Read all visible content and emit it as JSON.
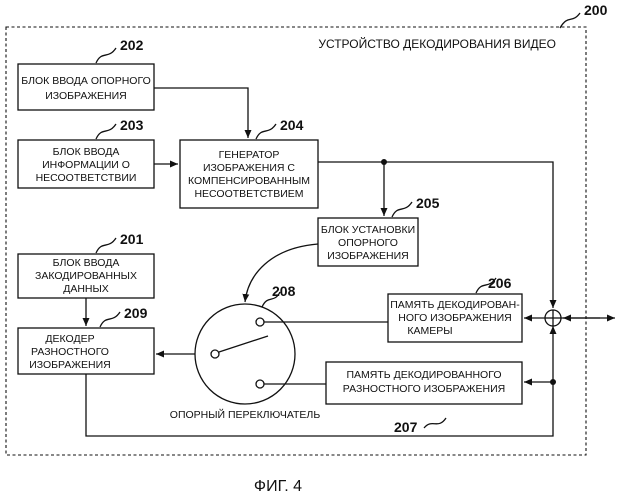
{
  "device": {
    "number": "200",
    "label": "УСТРОЙСТВО ДЕКОДИРОВАНИЯ ВИДЕО"
  },
  "blocks": {
    "b202": {
      "number": "202",
      "lines": [
        "БЛОК ВВОДА ОПОРНОГО",
        "ИЗОБРАЖЕНИЯ"
      ]
    },
    "b203": {
      "number": "203",
      "lines": [
        "БЛОК ВВОДА",
        "ИНФОРМАЦИИ О",
        "НЕСООТВЕТСТВИИ"
      ]
    },
    "b204": {
      "number": "204",
      "lines": [
        "ГЕНЕРАТОР",
        "ИЗОБРАЖЕНИЯ С",
        "КОМПЕНСИРОВАННЫМ",
        "НЕСООТВЕТСТВИЕМ"
      ]
    },
    "b205": {
      "number": "205",
      "lines": [
        "БЛОК УСТАНОВКИ",
        "ОПОРНОГО",
        "ИЗОБРАЖЕНИЯ"
      ]
    },
    "b201": {
      "number": "201",
      "lines": [
        "БЛОК ВВОДА",
        "ЗАКОДИРОВАННЫХ",
        "ДАННЫХ"
      ]
    },
    "b209": {
      "number": "209",
      "lines": [
        "ДЕКОДЕР",
        "РАЗНОСТНОГО",
        "ИЗОБРАЖЕНИЯ"
      ]
    },
    "b206": {
      "number": "206",
      "lines": [
        "ПАМЯТЬ ДЕКОДИРОВАН-",
        "НОГО ИЗОБРАЖЕНИЯ",
        "КАМЕРЫ"
      ]
    },
    "b207": {
      "number": "207",
      "lines": [
        "ПАМЯТЬ ДЕКОДИРОВАННОГО",
        "РАЗНОСТНОГО ИЗОБРАЖЕНИЯ"
      ]
    }
  },
  "switch": {
    "number": "208",
    "label": "ОПОРНЫЙ ПЕРЕКЛЮЧАТЕЛЬ"
  },
  "figure_caption": "ФИГ. 4"
}
